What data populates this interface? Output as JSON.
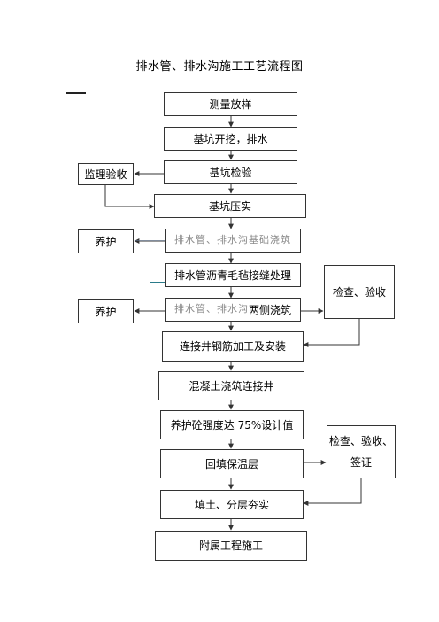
{
  "title": "排水管、排水沟施工工艺流程图",
  "steps": {
    "s1": "测量放样",
    "s2": "基坑开挖，排水",
    "s3": "基坑检验",
    "s4": "基坑压实",
    "s5": "排水管、排水沟基础浇筑",
    "s6": "排水管沥青毛毡接缝处理",
    "s7a": "排水管、排水沟",
    "s7b": "两侧浇筑",
    "s8": "连接井钢筋加工及安装",
    "s9": "混凝土浇筑连接井",
    "s10": "养护砼强度达 75%设计值",
    "s11": "回填保温层",
    "s12": "填土、分层夯实",
    "s13": "附属工程施工"
  },
  "side": {
    "supervision": "监理验收",
    "cure1": "养护",
    "cure2": "养护",
    "inspect1": "检查、验收",
    "inspect2_line1": "检查、验收、",
    "inspect2_line2": "签证"
  },
  "colors": {
    "line": "#333333",
    "stray_line": "#2a7b8a",
    "faded_text": "#8a8a8a"
  }
}
